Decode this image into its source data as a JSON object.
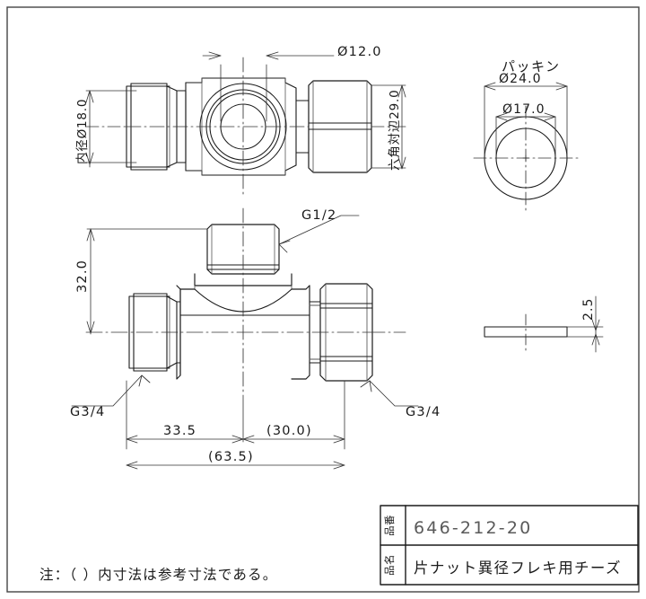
{
  "drawing": {
    "title_note": "注：（ ）内寸法は参考寸法である。",
    "gasket_label": "パッキン",
    "views": {
      "top": {
        "name": "top-view",
        "dimensions": {
          "bore_diameter": "Ø12.0",
          "inner_diameter": "内径Ø18.0",
          "hex_across_flats": "六角対辺29.0"
        }
      },
      "side": {
        "name": "side-elevation",
        "dimensions": {
          "height": "32.0",
          "left_length": "33.5",
          "right_length": "(30.0)",
          "overall_length": "(63.5)"
        },
        "threads": {
          "branch": "G1/2",
          "left_end": "G3/4",
          "right_end": "G3/4"
        }
      },
      "gasket": {
        "name": "gasket-view",
        "dimensions": {
          "outer_diameter": "Ø24.0",
          "inner_diameter": "Ø17.0",
          "thickness": "2.5"
        }
      }
    }
  },
  "title_block": {
    "rows": [
      {
        "label": "品番",
        "value": "646-212-20",
        "name": "part-number"
      },
      {
        "label": "品名",
        "value": "片ナット異径フレキ用チーズ",
        "name": "part-name"
      }
    ]
  },
  "colors": {
    "line": "#1a1a1a",
    "thin_line": "#555555",
    "text": "#1a1a1a",
    "background": "#ffffff"
  }
}
